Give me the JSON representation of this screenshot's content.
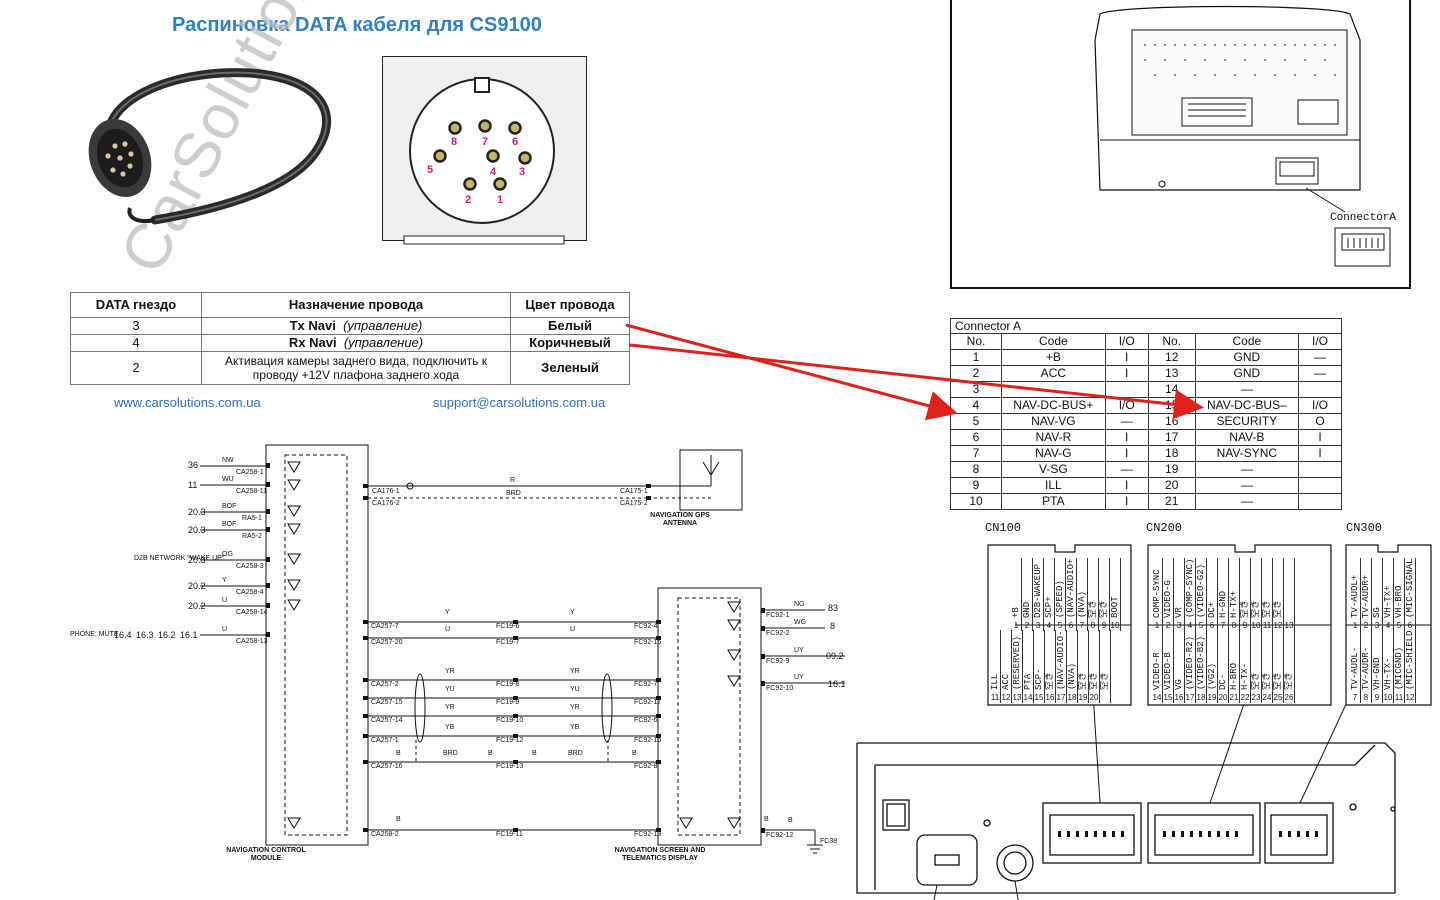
{
  "title": "Распиновка DATA кабеля для CS9100",
  "watermark": "CarSolutions",
  "data_table": {
    "headers": [
      "DATA гнездо",
      "Назначение провода",
      "Цвет провода"
    ],
    "rows": [
      {
        "pin": "3",
        "name": "Tx Navi",
        "note": "(управление)",
        "color": "Белый"
      },
      {
        "pin": "4",
        "name": "Rx Navi",
        "note": "(управление)",
        "color": "Коричневый"
      },
      {
        "pin": "2",
        "name": "Активация камеры заднего вида, подключить к проводу +12V плафона заднего хода",
        "note": "",
        "color": "Зеленый"
      }
    ]
  },
  "links": {
    "site": "www.carsolutions.com.ua",
    "email": "support@carsolutions.com.ua"
  },
  "din_pins": [
    "8",
    "7",
    "6",
    "5",
    "4",
    "3",
    "2",
    "1"
  ],
  "connector_a_label": "ConnectorA",
  "connector_a_table": {
    "caption": "Connector A",
    "headers": [
      "No.",
      "Code",
      "I/O",
      "No.",
      "Code",
      "I/O"
    ],
    "rows": [
      [
        "1",
        "+B",
        "I",
        "12",
        "GND",
        "—"
      ],
      [
        "2",
        "ACC",
        "I",
        "13",
        "GND",
        "—"
      ],
      [
        "3",
        "",
        "",
        "14",
        "—",
        ""
      ],
      [
        "4",
        "NAV-DC-BUS+",
        "I/O",
        "15",
        "NAV-DC-BUS–",
        "I/O"
      ],
      [
        "5",
        "NAV-VG",
        "—",
        "16",
        "SECURITY",
        "O"
      ],
      [
        "6",
        "NAV-R",
        "I",
        "17",
        "NAV-B",
        "I"
      ],
      [
        "7",
        "NAV-G",
        "I",
        "18",
        "NAV-SYNC",
        "I"
      ],
      [
        "8",
        "V-SG",
        "—",
        "19",
        "—",
        ""
      ],
      [
        "9",
        "ILL",
        "I",
        "20",
        "—",
        ""
      ],
      [
        "10",
        "PTA",
        "I",
        "21",
        "—",
        ""
      ]
    ]
  },
  "cn100": {
    "title": "CN100",
    "top": [
      "+B",
      "GND",
      "D2B-WAKEUP",
      "SCP+",
      "(SPEED)",
      "(NAV-AUDIO+)",
      "(NVA)",
      "空き",
      "空き",
      "BOOT"
    ],
    "top_nums": [
      "1",
      "2",
      "3",
      "4",
      "5",
      "6",
      "7",
      "8",
      "9",
      "10"
    ],
    "bottom": [
      "ILL",
      "ACC",
      "(RESERVED)",
      "PTA",
      "SCP-",
      "空き",
      "(NAV-AUDIO-)",
      "(NVA)",
      "空き",
      "空き",
      "空き"
    ],
    "bottom_nums": [
      "11",
      "12",
      "13",
      "14",
      "15",
      "16",
      "17",
      "18",
      "19",
      "20"
    ]
  },
  "cn200": {
    "title": "CN200",
    "top": [
      "COMP-SYNC",
      "VIDEO-G",
      "VR",
      "(COMP-SYNC)",
      "(VIDEO-G2)",
      "DC+",
      "H-GND",
      "H-TX+",
      "空き",
      "空き",
      "空き",
      "空き"
    ],
    "top_nums": [
      "1",
      "2",
      "3",
      "4",
      "5",
      "6",
      "7",
      "8",
      "9",
      "10",
      "11",
      "12",
      "13"
    ],
    "bottom": [
      "VIDEO-R",
      "VIDEO-B",
      "VG",
      "(VIDEO-R2)",
      "(VIDEO-B2)",
      "(VG2)",
      "DC-",
      "H-BRO",
      "H-TX-",
      "空き",
      "空き",
      "空き",
      "空き"
    ],
    "bottom_nums": [
      "14",
      "15",
      "16",
      "17",
      "18",
      "19",
      "20",
      "21",
      "22",
      "23",
      "24",
      "25",
      "26"
    ]
  },
  "cn300": {
    "title": "CN300",
    "top": [
      "TV-AUDL+",
      "TV-AUDR+",
      "SG",
      "VH-TX+",
      "VH-BRO",
      "(MIC-SIGNAL)"
    ],
    "top_nums": [
      "1",
      "2",
      "3",
      "4",
      "5",
      "6"
    ],
    "bottom": [
      "TV-AUDL-",
      "TV-AUDR-",
      "VH-GND",
      "VH-TX-",
      "(MICGND)",
      "(MIC-SHIELD)"
    ],
    "bottom_nums": [
      "7",
      "8",
      "9",
      "10",
      "11",
      "12"
    ]
  },
  "schematic": {
    "module_left": "NAVIGATION CONTROL MODULE",
    "module_right": "NAVIGATION SCREEN AND TELEMATICS DISPLAY",
    "antenna": "NAVIGATION GPS ANTENNA",
    "left_tags": [
      "36",
      "11",
      "20.3",
      "20.3",
      "20.3",
      "20.2",
      "20.2",
      "16.4",
      "16.3",
      "16.2",
      "16.1"
    ],
    "left_wires": [
      "NW",
      "WU",
      "BOF",
      "BOF",
      "OG",
      "Y",
      "U",
      "U"
    ],
    "left_conns": [
      "CA258-1",
      "CA258-11",
      "RA5-1",
      "RA5-2",
      "CA258-3",
      "CA258-4",
      "CA258-14",
      "CA258-13"
    ],
    "d2b": "D2B NETWORK \"WAKE UP\"",
    "phone": "PHONE: MUTE",
    "gps_wires": [
      "R",
      "BRD"
    ],
    "gps_conns_left": [
      "CA176-1",
      "CA176-2"
    ],
    "gps_conns_right": [
      "CA175-1",
      "CA175-2"
    ],
    "mid_wires": [
      "Y",
      "U",
      "YR",
      "YU",
      "YR",
      "YB",
      "B",
      "BRD",
      "B",
      "B",
      "BRD",
      "B",
      "B"
    ],
    "left_mod_conns": [
      "CA257-7",
      "CA257-20",
      "CA257-2",
      "CA257-15",
      "CA257-14",
      "CA257-1",
      "CA257-16",
      "CA258-2"
    ],
    "fc_conns": [
      "FC19-6",
      "FC19-7",
      "FC19-8",
      "FC19-9",
      "FC19-10",
      "FC19-12",
      "FC19-13",
      "FC19-11"
    ],
    "right_mod_conns": [
      "FC92-4",
      "FC92-15",
      "FC92-7",
      "FC92-17",
      "FC92-6",
      "FC92-16",
      "FC92-8",
      "FC92-13"
    ],
    "right_out_conns": [
      "FC92-1",
      "FC92-2",
      "FC92-9",
      "FC92-10",
      "FC92-12"
    ],
    "right_wires": [
      "NG",
      "WG",
      "UY",
      "UY",
      "B"
    ],
    "right_tags": [
      "83",
      "8",
      "09.2",
      "16.1"
    ],
    "ground": "FC38"
  },
  "colors": {
    "title": "#2f7fc4",
    "link": "#2f6fc0",
    "arrow": "#e0201b",
    "pin_mark": "#d6187a"
  }
}
